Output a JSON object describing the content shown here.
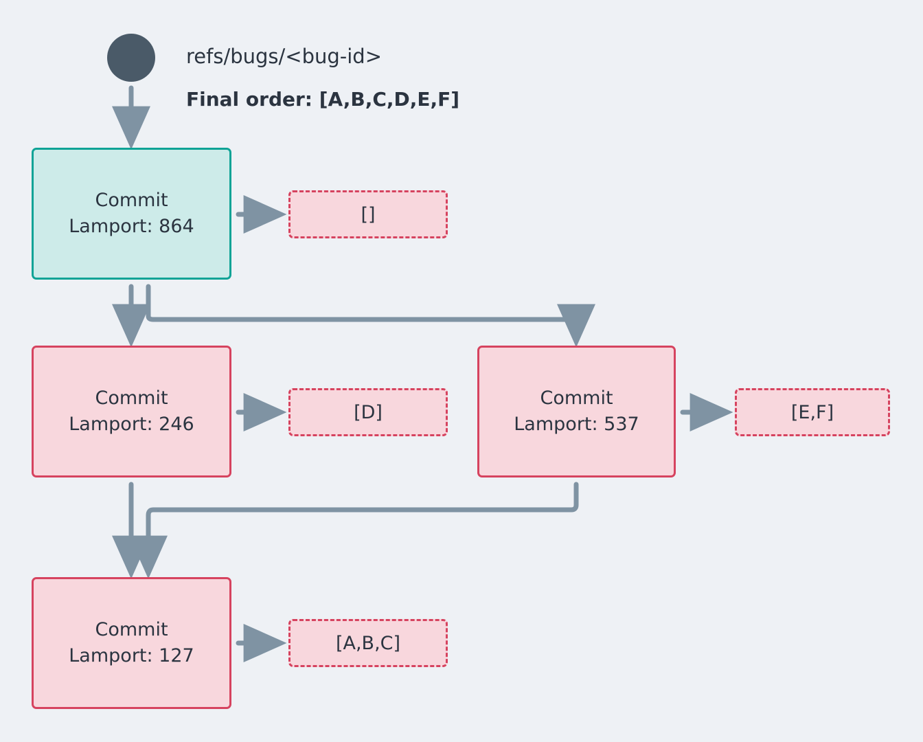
{
  "header": {
    "ref_label": "refs/bugs/<bug-id>",
    "final_order_label": "Final order: [A,B,C,D,E,F]"
  },
  "colors": {
    "background": "#eef1f5",
    "start_node": "#4a5a68",
    "edge": "#7f93a3",
    "text": "#2b3440",
    "root_fill": "#cdebe9",
    "root_border": "#0fa396",
    "commit_fill": "#f8d7dd",
    "commit_border": "#d6435f"
  },
  "nodes": [
    {
      "id": "node-864",
      "title": "Commit",
      "lamport_label": "Lamport: 864",
      "lamport": 864,
      "variant": "teal",
      "badge": {
        "id": "badge-864",
        "label": "[]",
        "items": []
      }
    },
    {
      "id": "node-246",
      "title": "Commit",
      "lamport_label": "Lamport: 246",
      "lamport": 246,
      "variant": "pink",
      "badge": {
        "id": "badge-246",
        "label": "[D]",
        "items": [
          "D"
        ]
      }
    },
    {
      "id": "node-537",
      "title": "Commit",
      "lamport_label": "Lamport: 537",
      "lamport": 537,
      "variant": "pink",
      "badge": {
        "id": "badge-537",
        "label": "[E,F]",
        "items": [
          "E",
          "F"
        ]
      }
    },
    {
      "id": "node-127",
      "title": "Commit",
      "lamport_label": "Lamport: 127",
      "lamport": 127,
      "variant": "pink",
      "badge": {
        "id": "badge-127",
        "label": "[A,B,C]",
        "items": [
          "A",
          "B",
          "C"
        ]
      }
    }
  ],
  "edges": [
    {
      "from": "start",
      "to": "node-864",
      "style": "straight"
    },
    {
      "from": "node-864",
      "to": "node-246",
      "style": "straight"
    },
    {
      "from": "node-864",
      "to": "node-537",
      "style": "elbow"
    },
    {
      "from": "node-246",
      "to": "node-127",
      "style": "straight"
    },
    {
      "from": "node-537",
      "to": "node-127",
      "style": "elbow"
    },
    {
      "from": "node-864",
      "to": "badge-864",
      "style": "short"
    },
    {
      "from": "node-246",
      "to": "badge-246",
      "style": "short"
    },
    {
      "from": "node-537",
      "to": "badge-537",
      "style": "short"
    },
    {
      "from": "node-127",
      "to": "badge-127",
      "style": "short"
    }
  ]
}
